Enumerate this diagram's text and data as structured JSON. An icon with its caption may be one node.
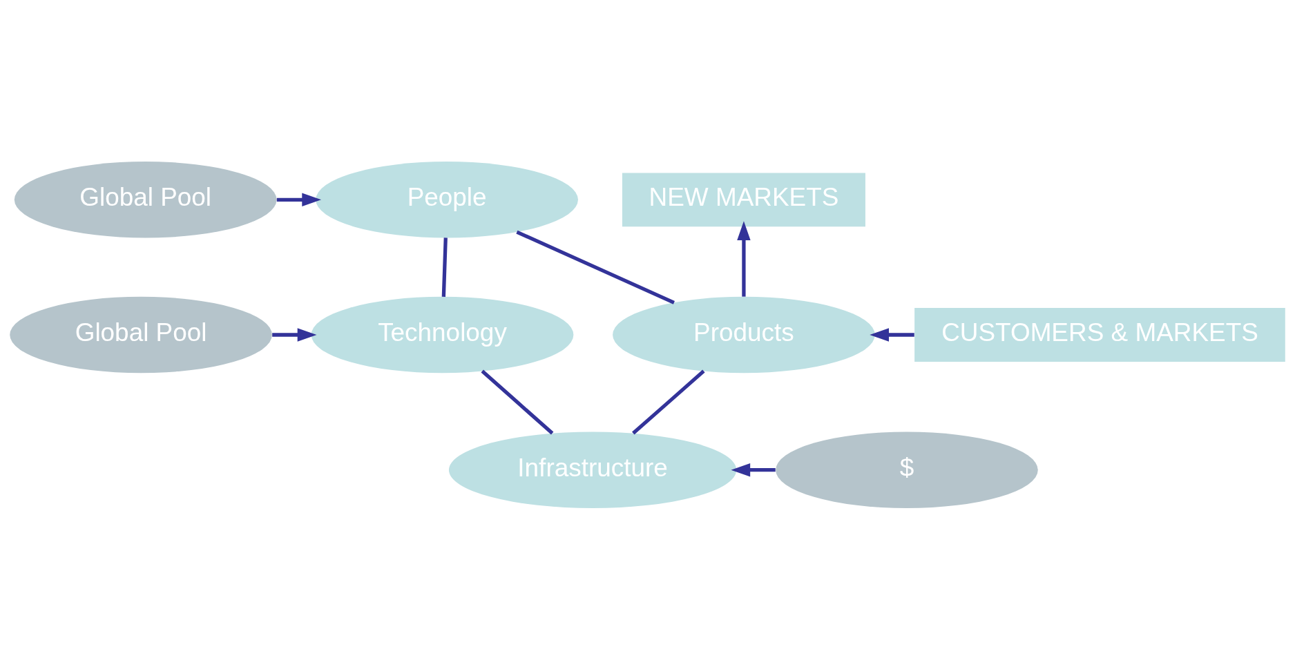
{
  "diagram": {
    "nodes": [
      {
        "text": [
          "Global Pool"
        ]
      },
      {
        "text": [
          "People"
        ]
      },
      {
        "text": [
          "Global Pool"
        ]
      },
      {
        "text": [
          "NEW MARKETS"
        ]
      },
      {
        "text": [
          "Technology"
        ]
      },
      {
        "text": [
          "Products"
        ]
      },
      {
        "text": [
          "CUSTOMERS & MARKETS"
        ]
      },
      {
        "text": [
          "Infrastructure"
        ]
      },
      {
        "text": [
          "$"
        ]
      }
    ],
    "edges": [
      {
        "from": 0,
        "to": 1,
        "arrow": "to"
      },
      {
        "from": 2,
        "to": 4,
        "arrow": "to"
      },
      {
        "from": 1,
        "to": 4,
        "arrow": "none"
      },
      {
        "from": 1,
        "to": 5,
        "arrow": "none"
      },
      {
        "from": 5,
        "to": 3,
        "arrow": "to"
      },
      {
        "from": 6,
        "to": 5,
        "arrow": "to"
      },
      {
        "from": 4,
        "to": 7,
        "arrow": "none"
      },
      {
        "from": 7,
        "to": 5,
        "arrow": "none"
      },
      {
        "from": 8,
        "to": 7,
        "arrow": "to"
      }
    ]
  }
}
